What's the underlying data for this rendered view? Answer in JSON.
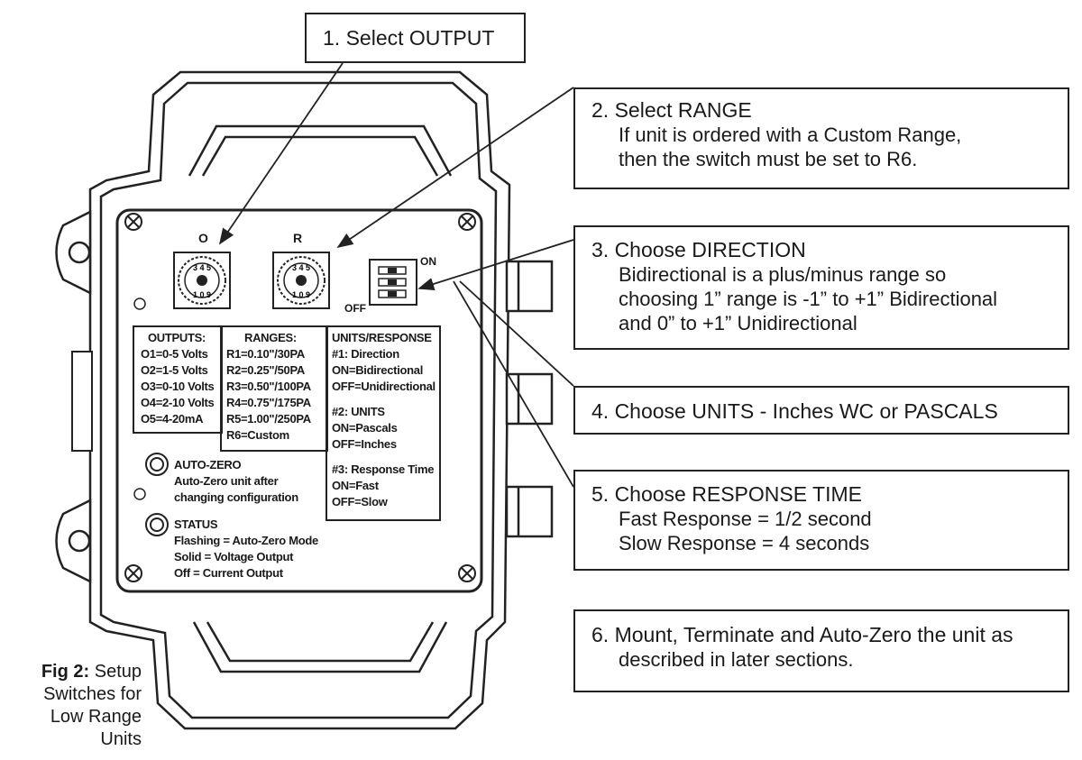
{
  "callouts": {
    "step1": {
      "title": "1. Select OUTPUT"
    },
    "step2": {
      "title": "2. Select RANGE",
      "lines": [
        "If unit is ordered with a Custom Range,",
        "then the switch must be set to R6."
      ]
    },
    "step3": {
      "title": "3. Choose DIRECTION",
      "lines": [
        "Bidirectional is a plus/minus range so",
        "choosing 1” range is -1” to +1” Bidirectional",
        "and 0” to +1” Unidirectional"
      ]
    },
    "step4": {
      "title": "4. Choose UNITS - Inches WC or PASCALS"
    },
    "step5": {
      "title": "5. Choose RESPONSE TIME",
      "lines": [
        "Fast Response = 1/2 second",
        "Slow Response = 4 seconds"
      ]
    },
    "step6": {
      "title": "6. Mount, Terminate and Auto-Zero the unit as",
      "lines": [
        "described in later sections."
      ]
    }
  },
  "caption": {
    "label": "Fig 2:",
    "text1": "Setup",
    "text2": "Switches for",
    "text3": "Low Range",
    "text4": "Units"
  },
  "device": {
    "dial_o": "O",
    "dial_r": "R",
    "switch_on": "ON",
    "switch_off": "OFF",
    "outputs": {
      "header": "OUTPUTS:",
      "items": [
        "O1=0-5 Volts",
        "O2=1-5 Volts",
        "O3=0-10 Volts",
        "O4=2-10 Volts",
        "O5=4-20mA"
      ]
    },
    "ranges": {
      "header": "RANGES:",
      "items": [
        "R1=0.10\"/30PA",
        "R2=0.25\"/50PA",
        "R3=0.50\"/100PA",
        "R4=0.75\"/175PA",
        "R5=1.00\"/250PA",
        "R6=Custom"
      ]
    },
    "units_response": {
      "header": "UNITS/RESPONSE",
      "items": [
        "#1: Direction",
        "ON=Bidirectional",
        "OFF=Unidirectional",
        "",
        "#2: UNITS",
        "ON=Pascals",
        "OFF=Inches",
        "",
        "#3: Response Time",
        "ON=Fast",
        "OFF=Slow"
      ]
    },
    "autozero": {
      "title": "AUTO-ZERO",
      "line1": "Auto-Zero unit after",
      "line2": "changing configuration"
    },
    "status": {
      "title": "STATUS",
      "line1": "Flashing = Auto-Zero Mode",
      "line2": "Solid = Voltage Output",
      "line3": "Off = Current Output"
    }
  }
}
